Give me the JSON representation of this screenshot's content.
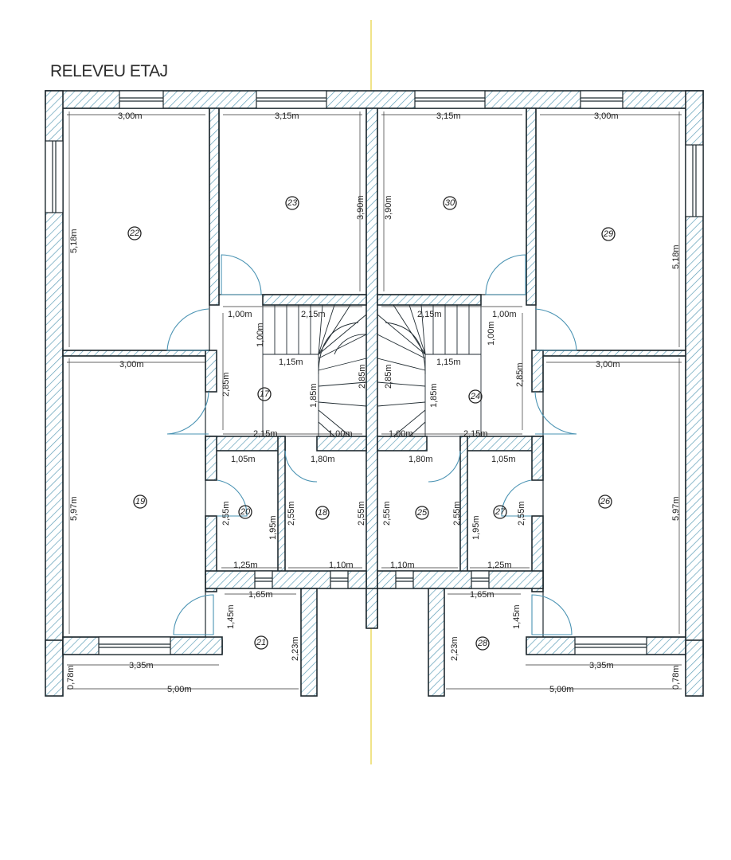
{
  "title": "RELEVEU ETAJ",
  "colors": {
    "wall_outline": "#1f2a30",
    "wall_hatch": "#5f9fb8",
    "door_arc": "#4a93b3",
    "axis_line": "#e8d44a",
    "text": "#222222"
  },
  "rooms": [
    {
      "id": "22",
      "label": "22",
      "width": "3,00m",
      "height": "5,18m"
    },
    {
      "id": "23",
      "label": "23",
      "width": "3,15m",
      "height": "3,90m"
    },
    {
      "id": "30",
      "label": "30",
      "width": "3,15m",
      "height": "3,90m"
    },
    {
      "id": "29",
      "label": "29",
      "width": "3,00m",
      "height": "5,18m"
    },
    {
      "id": "17",
      "label": "17",
      "dims": [
        "1,00m",
        "1,00m",
        "2,15m",
        "1,15m",
        "2,85m",
        "1,85m",
        "2,85m",
        "2,15m",
        "1,00m"
      ]
    },
    {
      "id": "24",
      "label": "24",
      "dims": [
        "2,15m",
        "1,00m",
        "1,00m",
        "1,15m",
        "2,85m",
        "1,85m",
        "2,85m",
        "1,00m",
        "2,15m"
      ]
    },
    {
      "id": "19",
      "label": "19",
      "width": "3,00m",
      "height": "5,97m"
    },
    {
      "id": "26",
      "label": "26",
      "width": "3,00m",
      "height": "5,97m"
    },
    {
      "id": "20",
      "label": "20",
      "dims": [
        "1,05m",
        "2,55m",
        "1,95m",
        "1,25m"
      ]
    },
    {
      "id": "18",
      "label": "18",
      "dims": [
        "1,80m",
        "2,55m",
        "2,55m",
        "1,10m"
      ]
    },
    {
      "id": "25",
      "label": "25",
      "dims": [
        "1,80m",
        "2,55m",
        "2,55m",
        "1,10m"
      ]
    },
    {
      "id": "27",
      "label": "27",
      "dims": [
        "1,05m",
        "1,95m",
        "2,55m",
        "1,25m"
      ]
    },
    {
      "id": "21",
      "label": "21",
      "dims": [
        "1,65m",
        "1,45m",
        "2,23m",
        "3,35m",
        "0,78m",
        "5,00m"
      ]
    },
    {
      "id": "28",
      "label": "28",
      "dims": [
        "1,65m",
        "1,45m",
        "2,23m",
        "3,35m",
        "0,78m",
        "5,00m"
      ]
    }
  ],
  "dimensions": {
    "d22w": "3,00m",
    "d22h": "5,18m",
    "d23w": "3,15m",
    "d23h": "3,90m",
    "d30w": "3,15m",
    "d30h": "3,90m",
    "d29w": "3,00m",
    "d29h": "5,18m",
    "d17a": "1,00m",
    "d17b": "1,00m",
    "d17c": "2,15m",
    "d17d": "1,15m",
    "d17e": "2,85m",
    "d17f": "1,85m",
    "d17g": "2,85m",
    "d17h": "2,15m",
    "d17i": "1,00m",
    "d24a": "2,15m",
    "d24b": "1,00m",
    "d24c": "1,00m",
    "d24d": "1,15m",
    "d24e": "2,85m",
    "d24f": "1,85m",
    "d24g": "2,85m",
    "d24h": "1,00m",
    "d24i": "2,15m",
    "d19w": "3,00m",
    "d19h": "5,97m",
    "d26w": "3,00m",
    "d26h": "5,97m",
    "d20a": "1,05m",
    "d20b": "2,55m",
    "d20c": "1,95m",
    "d20d": "1,25m",
    "d18a": "1,80m",
    "d18b": "2,55m",
    "d18c": "2,55m",
    "d18d": "1,10m",
    "d25a": "1,80m",
    "d25b": "2,55m",
    "d25c": "2,55m",
    "d25d": "1,10m",
    "d27a": "1,05m",
    "d27b": "1,95m",
    "d27c": "2,55m",
    "d27d": "1,25m",
    "d21a": "1,65m",
    "d21b": "1,45m",
    "d21c": "2,23m",
    "d21d": "3,35m",
    "d21e": "0,78m",
    "d21f": "5,00m",
    "d28a": "1,65m",
    "d28b": "1,45m",
    "d28c": "2,23m",
    "d28d": "3,35m",
    "d28e": "0,78m",
    "d28f": "5,00m"
  }
}
